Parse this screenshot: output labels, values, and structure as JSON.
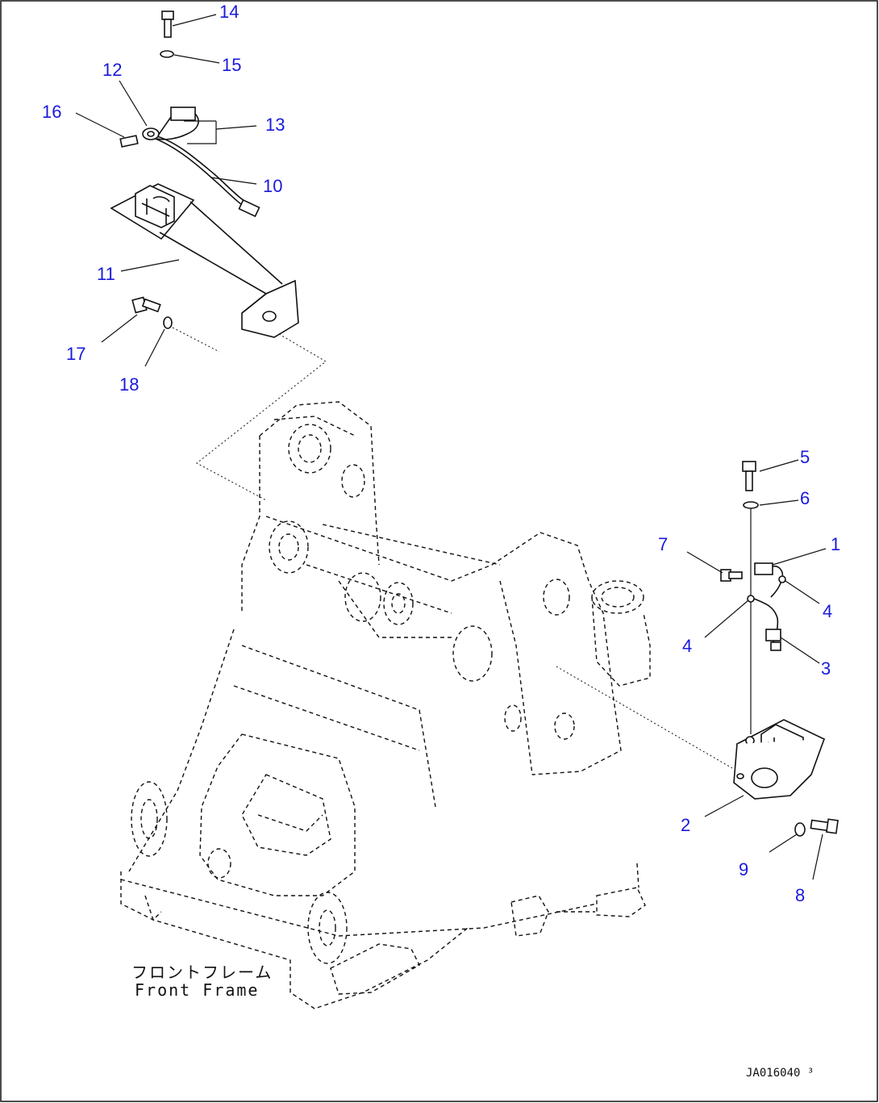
{
  "callouts": [
    {
      "id": "1",
      "label": "1"
    },
    {
      "id": "2",
      "label": "2"
    },
    {
      "id": "3",
      "label": "3"
    },
    {
      "id": "4a",
      "label": "4"
    },
    {
      "id": "4b",
      "label": "4"
    },
    {
      "id": "5",
      "label": "5"
    },
    {
      "id": "6",
      "label": "6"
    },
    {
      "id": "7",
      "label": "7"
    },
    {
      "id": "8",
      "label": "8"
    },
    {
      "id": "9",
      "label": "9"
    },
    {
      "id": "10",
      "label": "10"
    },
    {
      "id": "11",
      "label": "11"
    },
    {
      "id": "12",
      "label": "12"
    },
    {
      "id": "13",
      "label": "13"
    },
    {
      "id": "14",
      "label": "14"
    },
    {
      "id": "15",
      "label": "15"
    },
    {
      "id": "16",
      "label": "16"
    },
    {
      "id": "17",
      "label": "17"
    },
    {
      "id": "18",
      "label": "18"
    }
  ],
  "caption": {
    "line1": "フロントフレーム",
    "line2": "Front Frame"
  },
  "doc_id": "JA016040 ³",
  "colors": {
    "callout": "#1a1adb",
    "ink": "#111111",
    "background": "#ffffff"
  }
}
